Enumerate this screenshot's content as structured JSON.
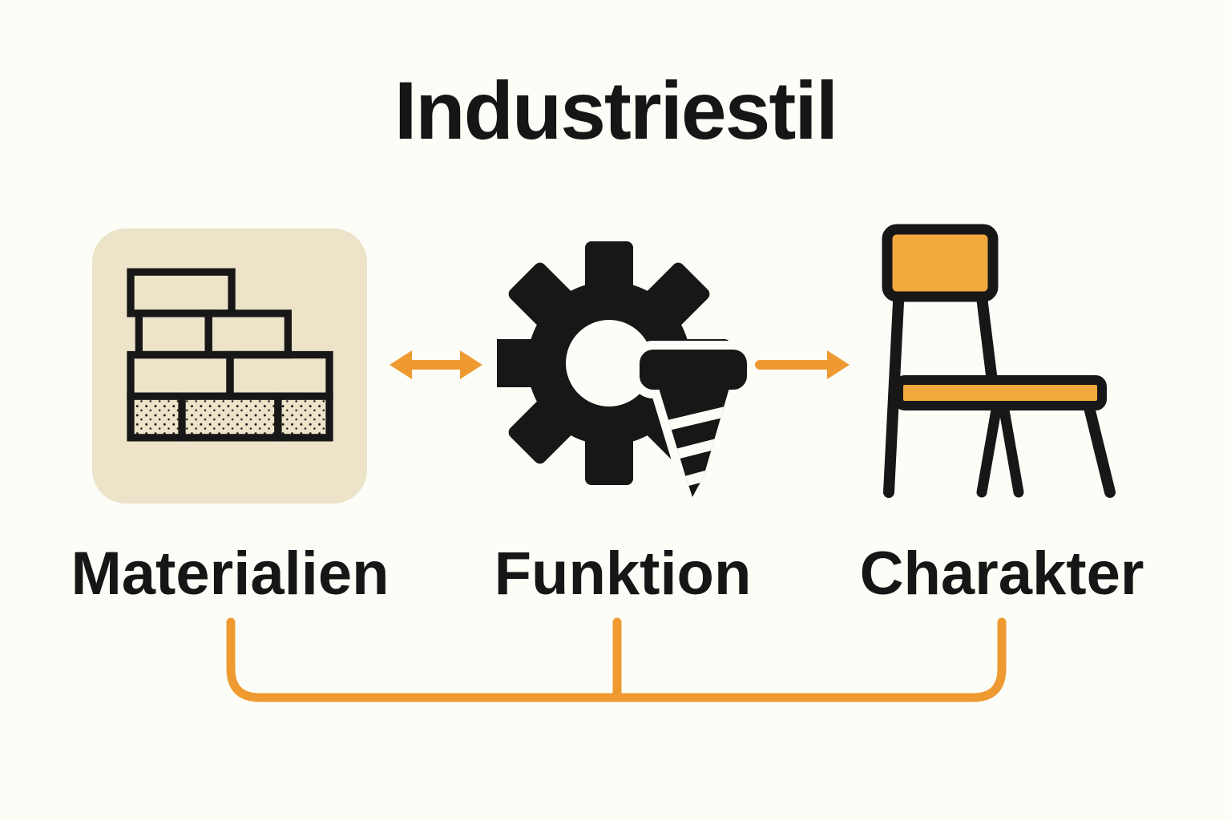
{
  "title": "Industriestil",
  "colors": {
    "background": "#fdfdf8",
    "text": "#161616",
    "accent_orange": "#ee9a31",
    "tile_cream": "#ece3c9",
    "icon_black": "#171717",
    "chair_orange": "#f1a93c"
  },
  "nodes": [
    {
      "label": "Materialien",
      "icon": "brick-wall-icon"
    },
    {
      "label": "Funktion",
      "icon": "gear-screw-icon"
    },
    {
      "label": "Charakter",
      "icon": "chair-icon"
    }
  ],
  "connectors": [
    {
      "type": "double-arrow",
      "from": "Materialien",
      "to": "Funktion"
    },
    {
      "type": "arrow",
      "from": "Funktion",
      "to": "Charakter"
    },
    {
      "type": "bracket",
      "spans": [
        "Materialien",
        "Funktion",
        "Charakter"
      ]
    }
  ]
}
